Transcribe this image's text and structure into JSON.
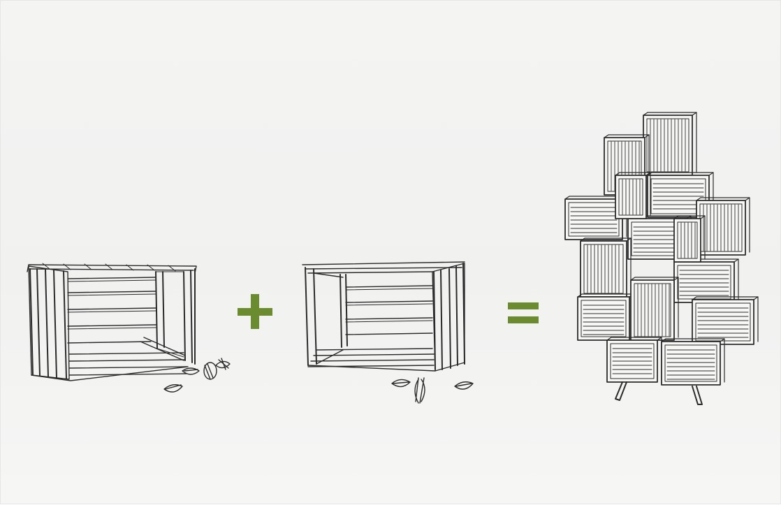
{
  "diagram": {
    "type": "equation",
    "terms": [
      {
        "id": "crate-open-side",
        "icon": "wooden-crate-sketch",
        "with_fasteners": true
      },
      {
        "id": "crate-open-front",
        "icon": "wooden-crate-sketch",
        "with_fasteners": true
      },
      {
        "id": "stacked-crate-shelf",
        "icon": "crate-bookshelf-sketch",
        "crate_count": 15,
        "has_legs": true
      }
    ],
    "operators": [
      {
        "symbol": "plus",
        "color": "#6b8c2e"
      },
      {
        "symbol": "equals",
        "color": "#6b8c2e"
      }
    ]
  },
  "colors": {
    "background": "#f3f3f2",
    "ink": "#2b2b2b",
    "accent": "#6b8c2e"
  }
}
